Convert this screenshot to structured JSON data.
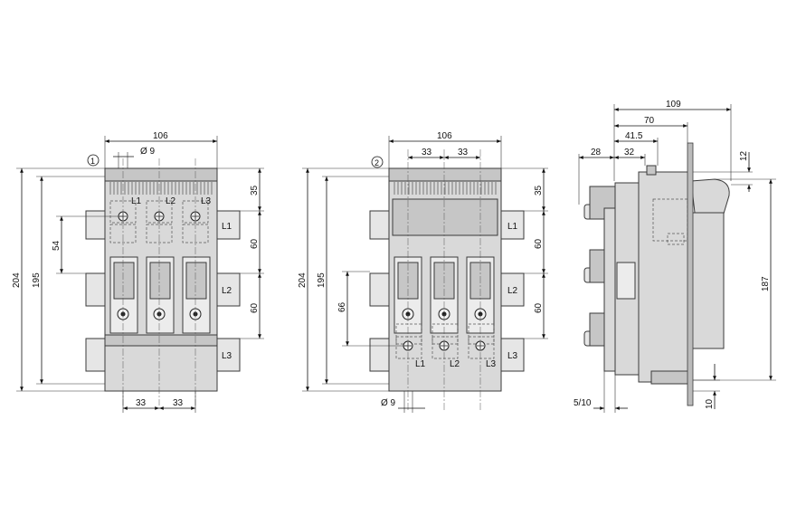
{
  "view1": {
    "marker": "1",
    "width_label": "106",
    "hole_label": "Ø 9",
    "height_outer_label": "204",
    "height_inner_label": "195",
    "offset_label": "54",
    "top_label": "35",
    "gap1_label": "60",
    "gap2_label": "60",
    "pitch1_label": "33",
    "pitch2_label": "33",
    "terminals": [
      "L1",
      "L2",
      "L3"
    ],
    "row_labels": [
      "L1",
      "L2",
      "L3"
    ]
  },
  "view2": {
    "marker": "2",
    "width_label": "106",
    "pitch1_label": "33",
    "pitch2_label": "33",
    "height_outer_label": "204",
    "height_inner_label": "195",
    "offset_label": "66",
    "top_label": "35",
    "gap1_label": "60",
    "gap2_label": "60",
    "hole_label": "Ø 9",
    "terminals": [
      "L1",
      "L2",
      "L3"
    ],
    "row_labels": [
      "L1",
      "L2",
      "L3"
    ]
  },
  "side": {
    "depth_total_label": "109",
    "depth_70_label": "70",
    "depth_41_label": "41.5",
    "depth_32_label": "32",
    "depth_28_label": "28",
    "height_187_label": "187",
    "top_12_label": "12",
    "bottom_10_label": "10",
    "rail_label": "5/10"
  }
}
